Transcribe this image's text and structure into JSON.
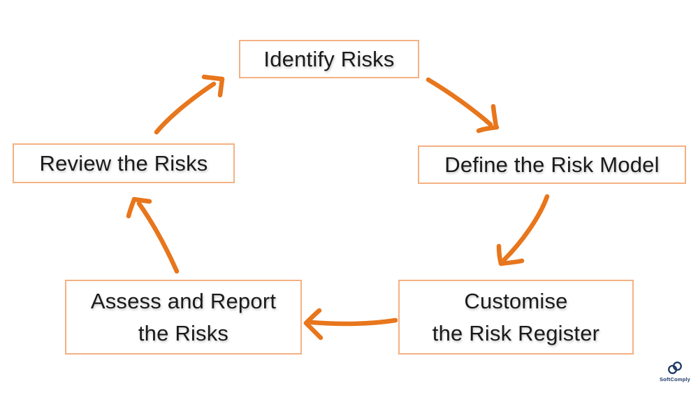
{
  "diagram": {
    "description": "Risk management cycle of five steps connected by orange hand-drawn arrows",
    "nodes": {
      "identify": {
        "line1": "Identify Risks"
      },
      "define": {
        "line1": "Define the Risk Model"
      },
      "customise": {
        "line1": "Customise",
        "line2": "the Risk Register"
      },
      "assess": {
        "line1": "Assess and Report",
        "line2": "the Risks"
      },
      "review": {
        "line1": "Review the Risks"
      }
    },
    "arrows": [
      {
        "from": "identify",
        "to": "define"
      },
      {
        "from": "define",
        "to": "customise"
      },
      {
        "from": "customise",
        "to": "assess"
      },
      {
        "from": "assess",
        "to": "review"
      },
      {
        "from": "review",
        "to": "identify"
      }
    ]
  },
  "branding": {
    "name": "SoftComply"
  },
  "colors": {
    "box_border": "#f4b183",
    "arrow": "#e8761c",
    "text": "#1b1b1b",
    "logo": "#1f3a68"
  }
}
